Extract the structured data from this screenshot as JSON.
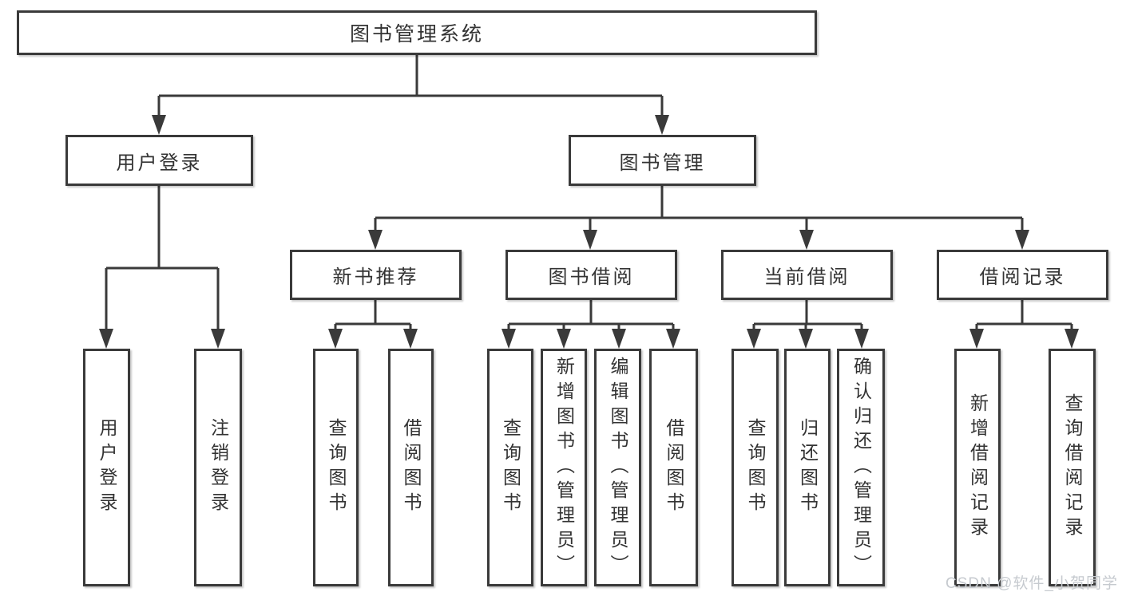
{
  "tree": {
    "root": {
      "label": "图书管理系统"
    },
    "branches": [
      {
        "label": "用户登录",
        "children": [
          {
            "label": "用户登录"
          },
          {
            "label": "注销登录"
          }
        ]
      },
      {
        "label": "图书管理",
        "sections": [
          {
            "label": "新书推荐",
            "children": [
              {
                "label": "查询图书"
              },
              {
                "label": "借阅图书"
              }
            ]
          },
          {
            "label": "图书借阅",
            "children": [
              {
                "label": "查询图书"
              },
              {
                "label": "新增图书（管理员）"
              },
              {
                "label": "编辑图书（管理员）"
              },
              {
                "label": "借阅图书"
              }
            ]
          },
          {
            "label": "当前借阅",
            "children": [
              {
                "label": "查询图书"
              },
              {
                "label": "归还图书"
              },
              {
                "label": "确认归还（管理员）"
              }
            ]
          },
          {
            "label": "借阅记录",
            "children": [
              {
                "label": "新增借阅记录"
              },
              {
                "label": "查询借阅记录"
              }
            ]
          }
        ]
      }
    ]
  },
  "watermark": {
    "text": "CSDN @软件_小贺同学"
  }
}
